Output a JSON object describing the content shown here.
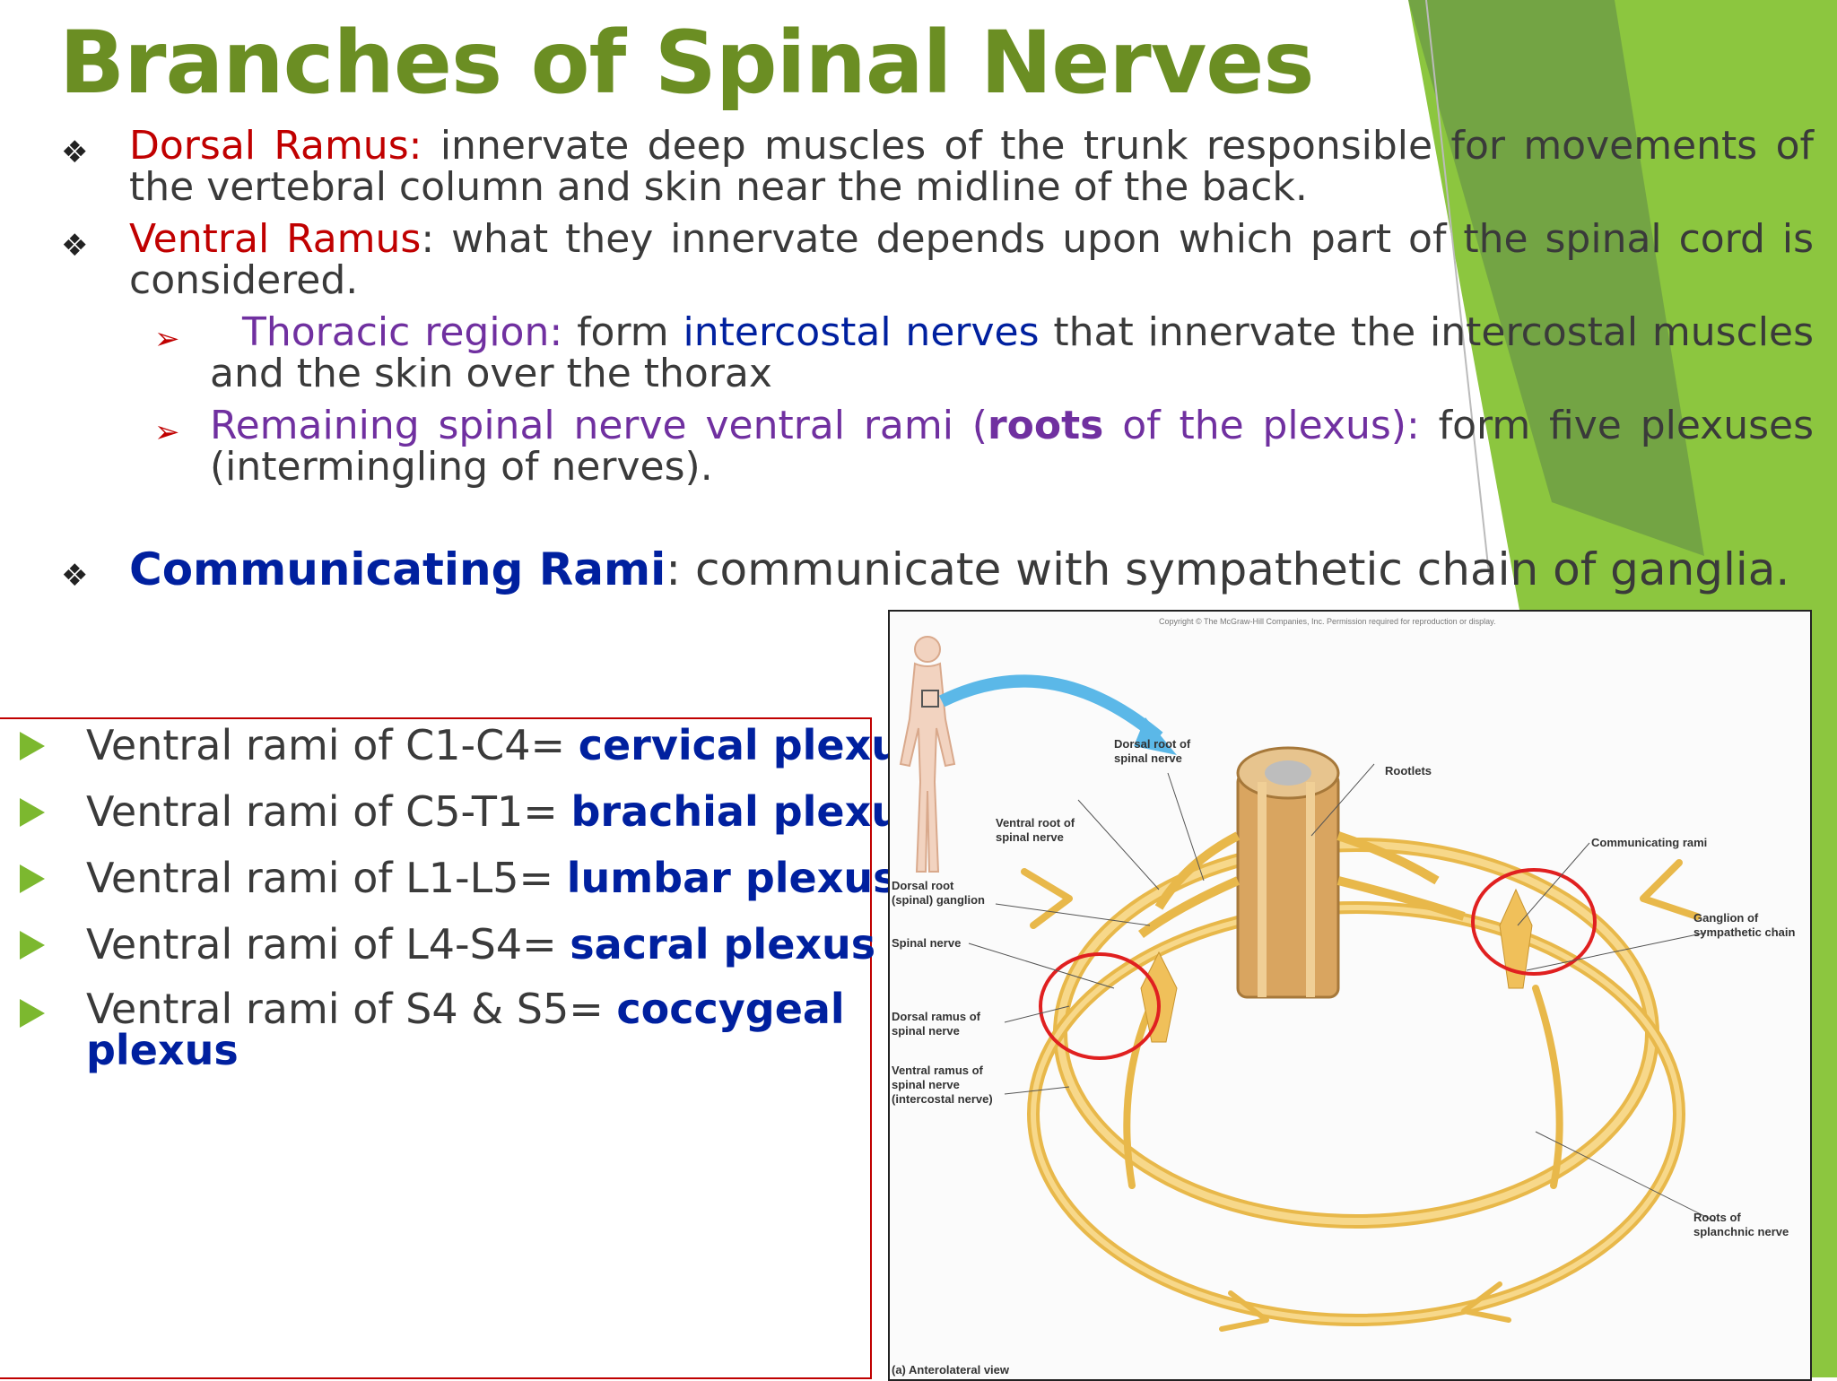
{
  "slide": {
    "title": "Branches of Spinal Nerves",
    "colors": {
      "title": "#6b8e23",
      "term_red": "#c00000",
      "term_purple": "#7030a0",
      "term_navy": "#00209f",
      "accent_green": "#7cb82f"
    },
    "bullets": {
      "dorsal_term": "Dorsal Ramus:",
      "dorsal_text": " innervate deep muscles of the trunk responsible for movements of the vertebral column and skin near the midline of the back.",
      "ventral_term": "Ventral Ramus",
      "ventral_text": ": what they innervate depends upon which part of the spinal cord is considered.",
      "thoracic_term": "Thoracic region:",
      "thoracic_mid": " form ",
      "thoracic_nerves": "intercostal nerves",
      "thoracic_text": " that innervate the intercostal muscles and the skin over the thorax",
      "remaining_term": "Remaining spinal nerve ventral rami (",
      "remaining_bold": "roots",
      "remaining_term2": " of the plexus):",
      "remaining_text": " form five plexuses (intermingling of nerves).",
      "comm_term": "Communicating Rami",
      "comm_text": ": communicate with sympathetic chain of ganglia."
    },
    "plexus_list": [
      {
        "prefix": "Ventral rami of C1-C4= ",
        "name": "cervical plexus"
      },
      {
        "prefix": "Ventral rami of C5-T1= ",
        "name": "brachial plexus"
      },
      {
        "prefix": "Ventral rami of L1-L5= ",
        "name": "lumbar plexus"
      },
      {
        "prefix": "Ventral rami of L4-S4= ",
        "name": "sacral plexus"
      },
      {
        "prefix": "Ventral rami of S4 & S5= ",
        "name": "coccygeal",
        "name2": "plexus"
      }
    ],
    "figure": {
      "copyright": "Copyright © The McGraw-Hill Companies, Inc. Permission required for reproduction or display.",
      "labels": {
        "dorsal_root": [
          "Dorsal root of",
          "spinal nerve"
        ],
        "ventral_root": [
          "Ventral root of",
          "spinal nerve"
        ],
        "rootlets": "Rootlets",
        "communicating": "Communicating rami",
        "ganglion_dorsal": [
          "Dorsal root",
          "(spinal) ganglion"
        ],
        "spinal_nerve": "Spinal nerve",
        "ganglion_symp": [
          "Ganglion of",
          "sympathetic chain"
        ],
        "dorsal_ramus": [
          "Dorsal ramus of",
          "spinal nerve"
        ],
        "ventral_ramus": [
          "Ventral ramus of",
          "spinal nerve",
          "(intercostal nerve)"
        ],
        "roots_splanchnic": [
          "Roots of",
          "splanchnic nerve"
        ],
        "caption": "(a) Anterolateral view"
      }
    }
  }
}
